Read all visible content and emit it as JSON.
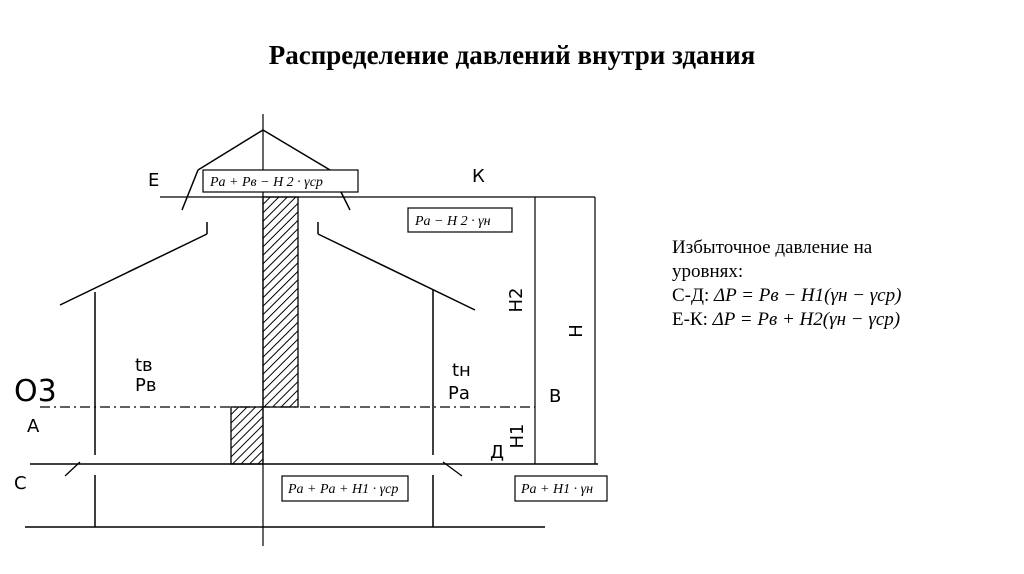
{
  "title": "Распределение давлений внутри здания",
  "diagram": {
    "letters": {
      "E": "Е",
      "K": "К",
      "O3": "О3",
      "A": "А",
      "B": "В",
      "C": "С",
      "D": "Д",
      "H": "Н",
      "H1": "Н1",
      "H2": "Н2",
      "tv": "tв",
      "pv": "Pв",
      "tn": "tн",
      "pa": "Pа"
    },
    "boxes": {
      "top_left": "Pа + Pв − H 2 · γср",
      "top_right": "Pа − H 2 · γн",
      "bottom_center": "Pа + Pа + H1 · γср",
      "bottom_right": "Pа + H1 · γн"
    }
  },
  "panel": {
    "heading_line1": "Избыточное давление на",
    "heading_line2": "уровнях:",
    "cd_prefix": "С-Д: ",
    "cd_formula": "ΔP = Pв − H1(γн − γср)",
    "ek_prefix": "Е-К: ",
    "ek_formula": "ΔP = Pв + H2(γн − γср)"
  }
}
